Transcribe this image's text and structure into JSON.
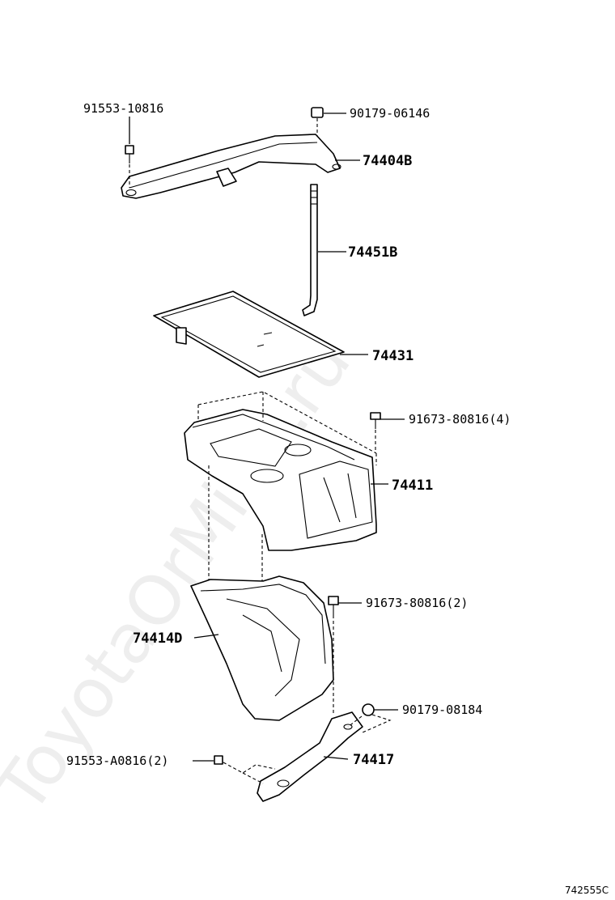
{
  "watermark": "ToyotaOrMine.ru",
  "diagram_code": "742555C",
  "parts": [
    {
      "id": "p-91553-10816",
      "label": "91553-10816"
    },
    {
      "id": "p-90179-06146",
      "label": "90179-06146"
    },
    {
      "id": "p-74404B",
      "label": "74404B"
    },
    {
      "id": "p-74451B",
      "label": "74451B"
    },
    {
      "id": "p-74431",
      "label": "74431"
    },
    {
      "id": "p-91673-80816-4",
      "label": "91673-80816(4)"
    },
    {
      "id": "p-74411",
      "label": "74411"
    },
    {
      "id": "p-91673-80816-2",
      "label": "91673-80816(2)"
    },
    {
      "id": "p-74414D",
      "label": "74414D"
    },
    {
      "id": "p-90179-08184",
      "label": "90179-08184"
    },
    {
      "id": "p-91553-A0816-2",
      "label": "91553-A0816(2)"
    },
    {
      "id": "p-74417",
      "label": "74417"
    }
  ]
}
